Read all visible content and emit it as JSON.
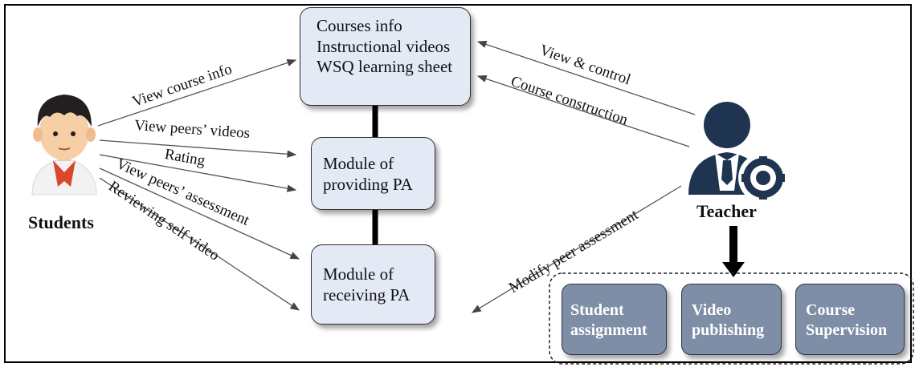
{
  "content_box": {
    "lines": [
      "Courses info",
      "Instructional videos",
      "WSQ learning sheet"
    ]
  },
  "providing_box": {
    "lines": [
      "Module of",
      "providing PA"
    ]
  },
  "receiving_box": {
    "lines": [
      "Module of",
      "receiving PA"
    ]
  },
  "students": {
    "label": "Students",
    "icon": "student-avatar-icon"
  },
  "teacher": {
    "label": "Teacher",
    "icon": "teacher-gear-icon"
  },
  "edges": {
    "view_course_info": "View course info",
    "view_peers_videos": "View peers’ videos",
    "rating": "Rating",
    "view_peers_assessment": "View peers’ assessment",
    "reviewing_self_video": "Reviewing self video",
    "view_control": "View & control",
    "course_construction": "Course construction",
    "modify_peer_assessment": "Modify peer assessment"
  },
  "teacher_tasks": [
    {
      "lines": [
        "Student",
        "assignment"
      ]
    },
    {
      "lines": [
        "Video",
        "publishing"
      ]
    },
    {
      "lines": [
        "Course",
        "Supervision"
      ]
    }
  ],
  "colors": {
    "module_fill": "#e4e9f6",
    "task_fill": "#7e8ea6",
    "teacher_icon": "#1f3450"
  }
}
